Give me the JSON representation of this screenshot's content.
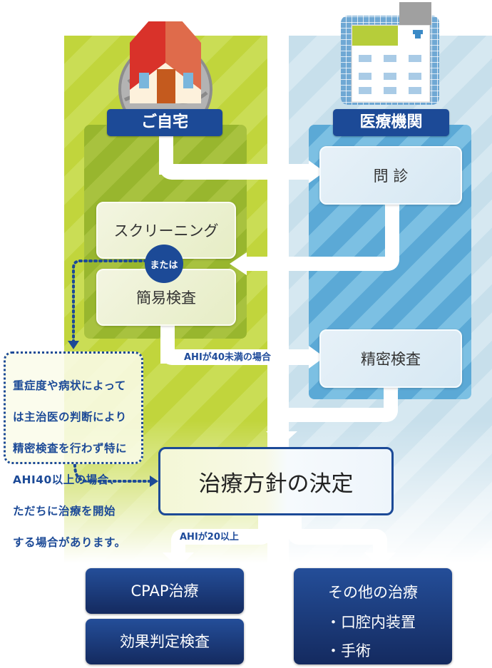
{
  "lanes": {
    "home": {
      "label": "ご自宅",
      "icon": "house-icon"
    },
    "clinic": {
      "label": "医療機関",
      "icon": "hospital-icon"
    }
  },
  "steps": {
    "interview": "問 診",
    "screening": "スクリーニング",
    "or_badge": "または",
    "simple_test": "簡易検査",
    "detailed_test": "精密検査",
    "decision": "治療方針の決定"
  },
  "conditions": {
    "ahi_under_40": "AHIが40未満の場合",
    "ahi_20_or_more": "AHIが20以上"
  },
  "note": {
    "lines": [
      "重症度や病状によって",
      "は主治医の判断により",
      "精密検査を行わず特に",
      "AHI40以上の場合、",
      "ただちに治療を開始",
      "する場合があります。"
    ]
  },
  "results": {
    "cpap": "CPAP治療",
    "effect_test": "効果判定検査",
    "other_title": "その他の治療",
    "other_items": [
      "・口腔内装置",
      "・手術"
    ]
  },
  "colors": {
    "navy": "#1c4a97",
    "green_lane": "#c1d53c",
    "blue_lane": "#c7dfeb",
    "roof_red": "#d9322a",
    "door": "#c45a1e"
  }
}
